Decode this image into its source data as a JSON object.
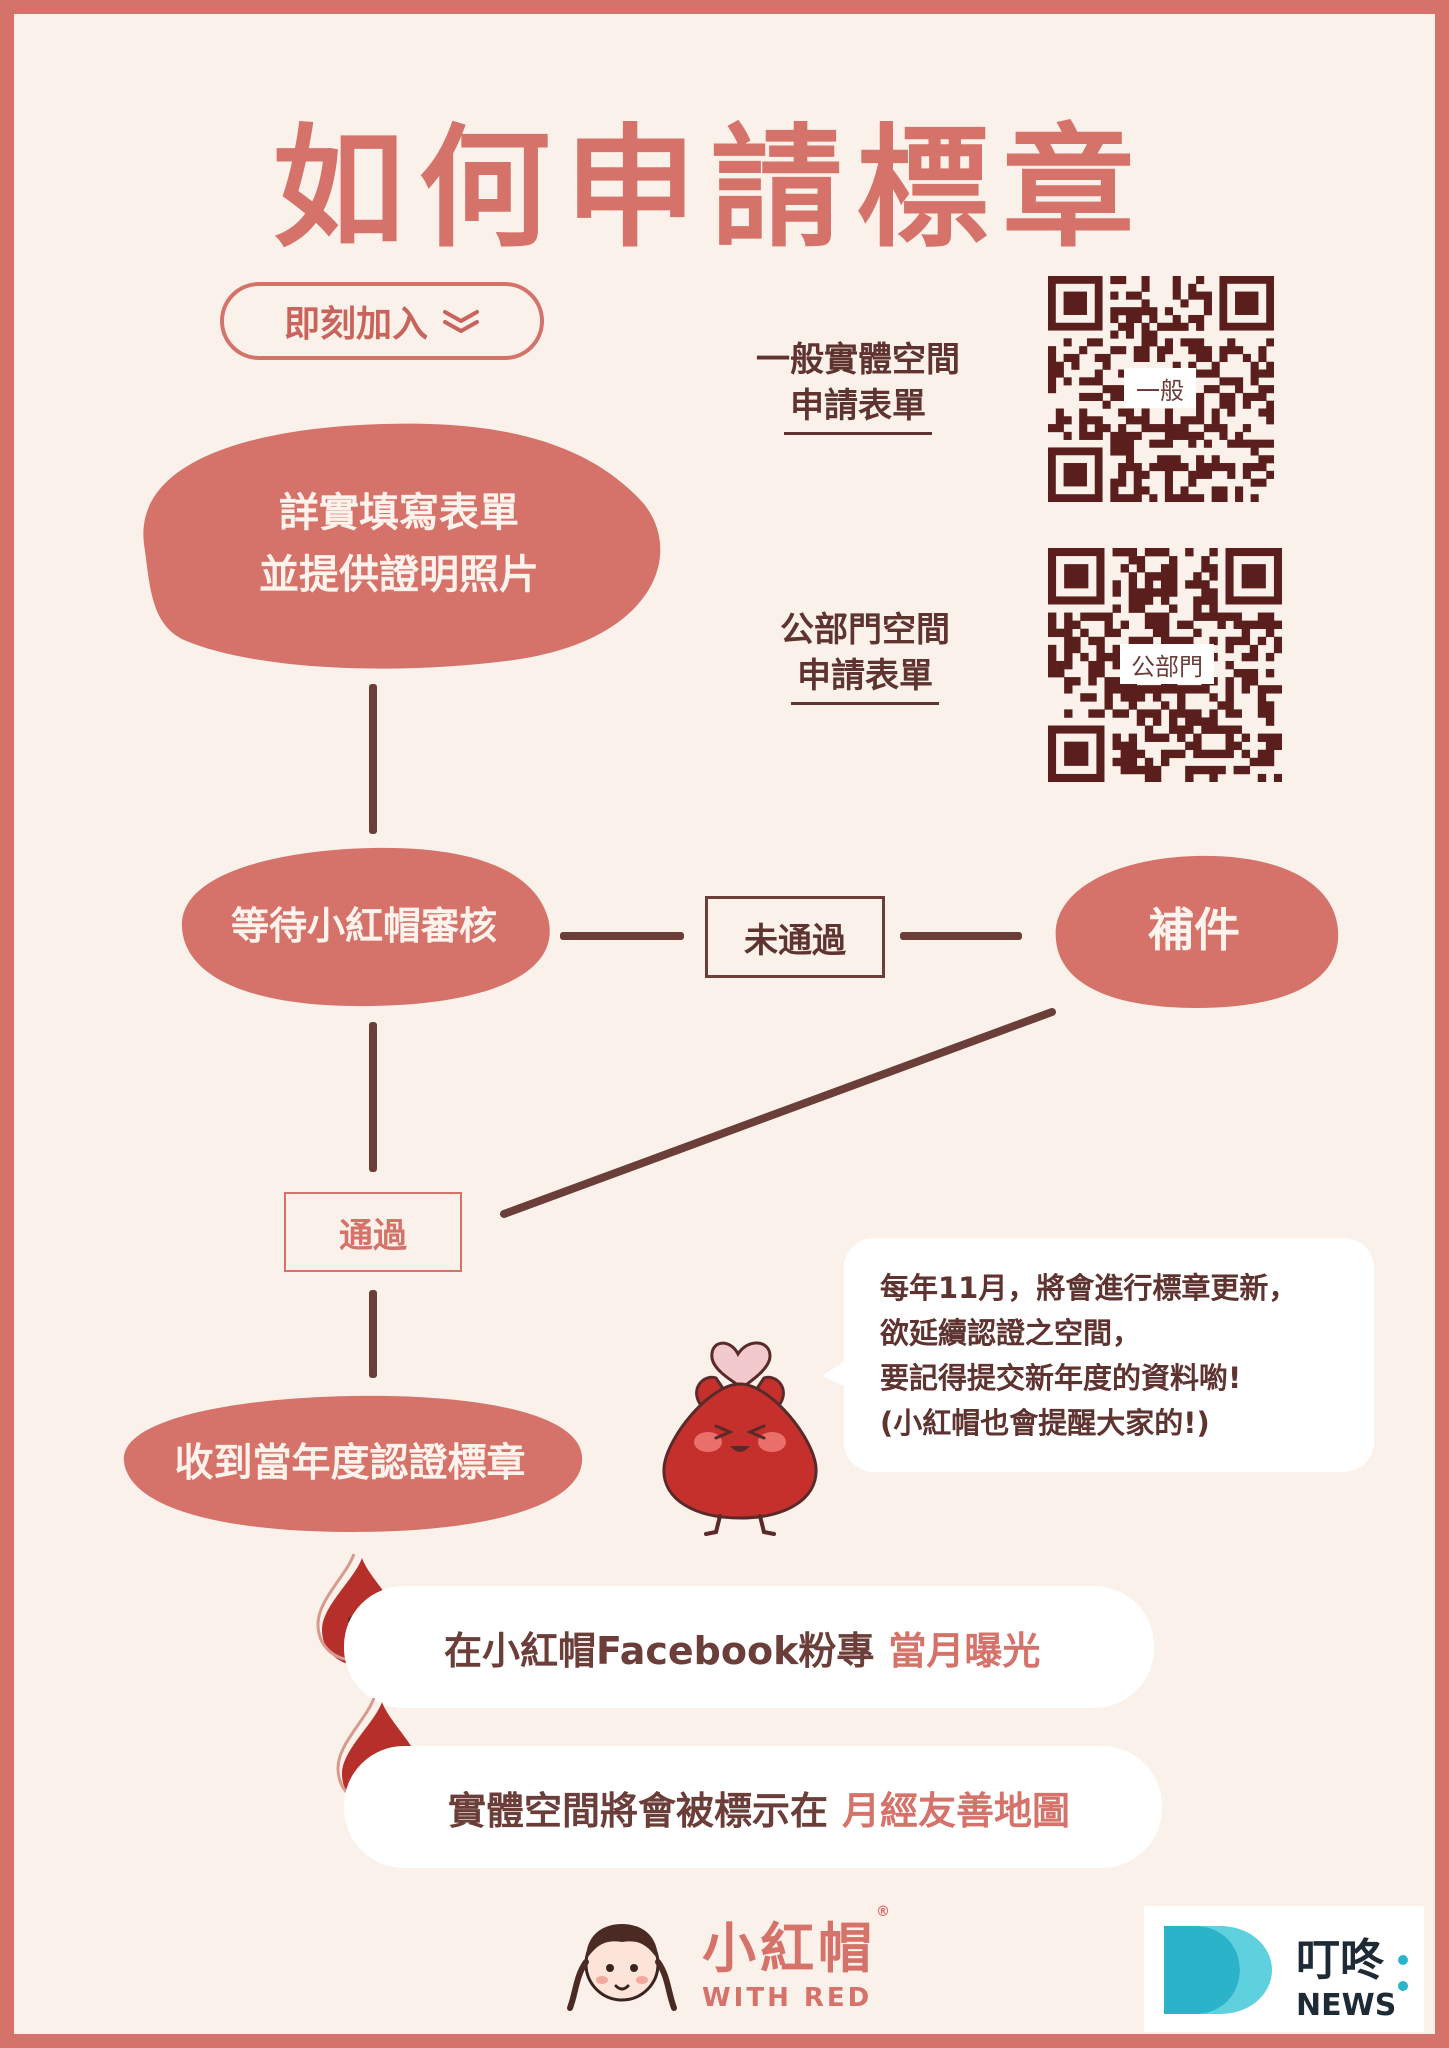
{
  "title": "如何申請標章",
  "join_button": {
    "label": "即刻加入"
  },
  "steps": {
    "fill_form": {
      "line1": "詳實填寫表單",
      "line2": "並提供證明照片"
    },
    "review": "等待小紅帽審核",
    "resubmit": "補件",
    "receive": "收到當年度認證標章"
  },
  "decisions": {
    "failed": "未通過",
    "passed": "通過"
  },
  "qr_codes": [
    {
      "line1": "一般實體空間",
      "line2": "申請表單",
      "badge": "一般"
    },
    {
      "line1": "公部門空間",
      "line2": "申請表單",
      "badge": "公部門"
    }
  ],
  "notice": {
    "line1": "每年11月，將會進行標章更新，",
    "line2": "欲延續認證之空間，",
    "line3": "要記得提交新年度的資料喲!",
    "line4": "(小紅帽也會提醒大家的!)"
  },
  "benefits": [
    {
      "text": "在小紅帽Facebook粉專",
      "accent": "當月曝光"
    },
    {
      "text": "實體空間將會被標示在",
      "accent": "月經友善地圖"
    }
  ],
  "brand": {
    "name": "小紅帽",
    "sub": "WITH RED",
    "reg": "®"
  },
  "partner": {
    "name": "叮咚",
    "sub": "NEWS"
  },
  "colors": {
    "accent": "#d5726a",
    "dark": "#6b3e3a",
    "background": "#faf1ea"
  }
}
